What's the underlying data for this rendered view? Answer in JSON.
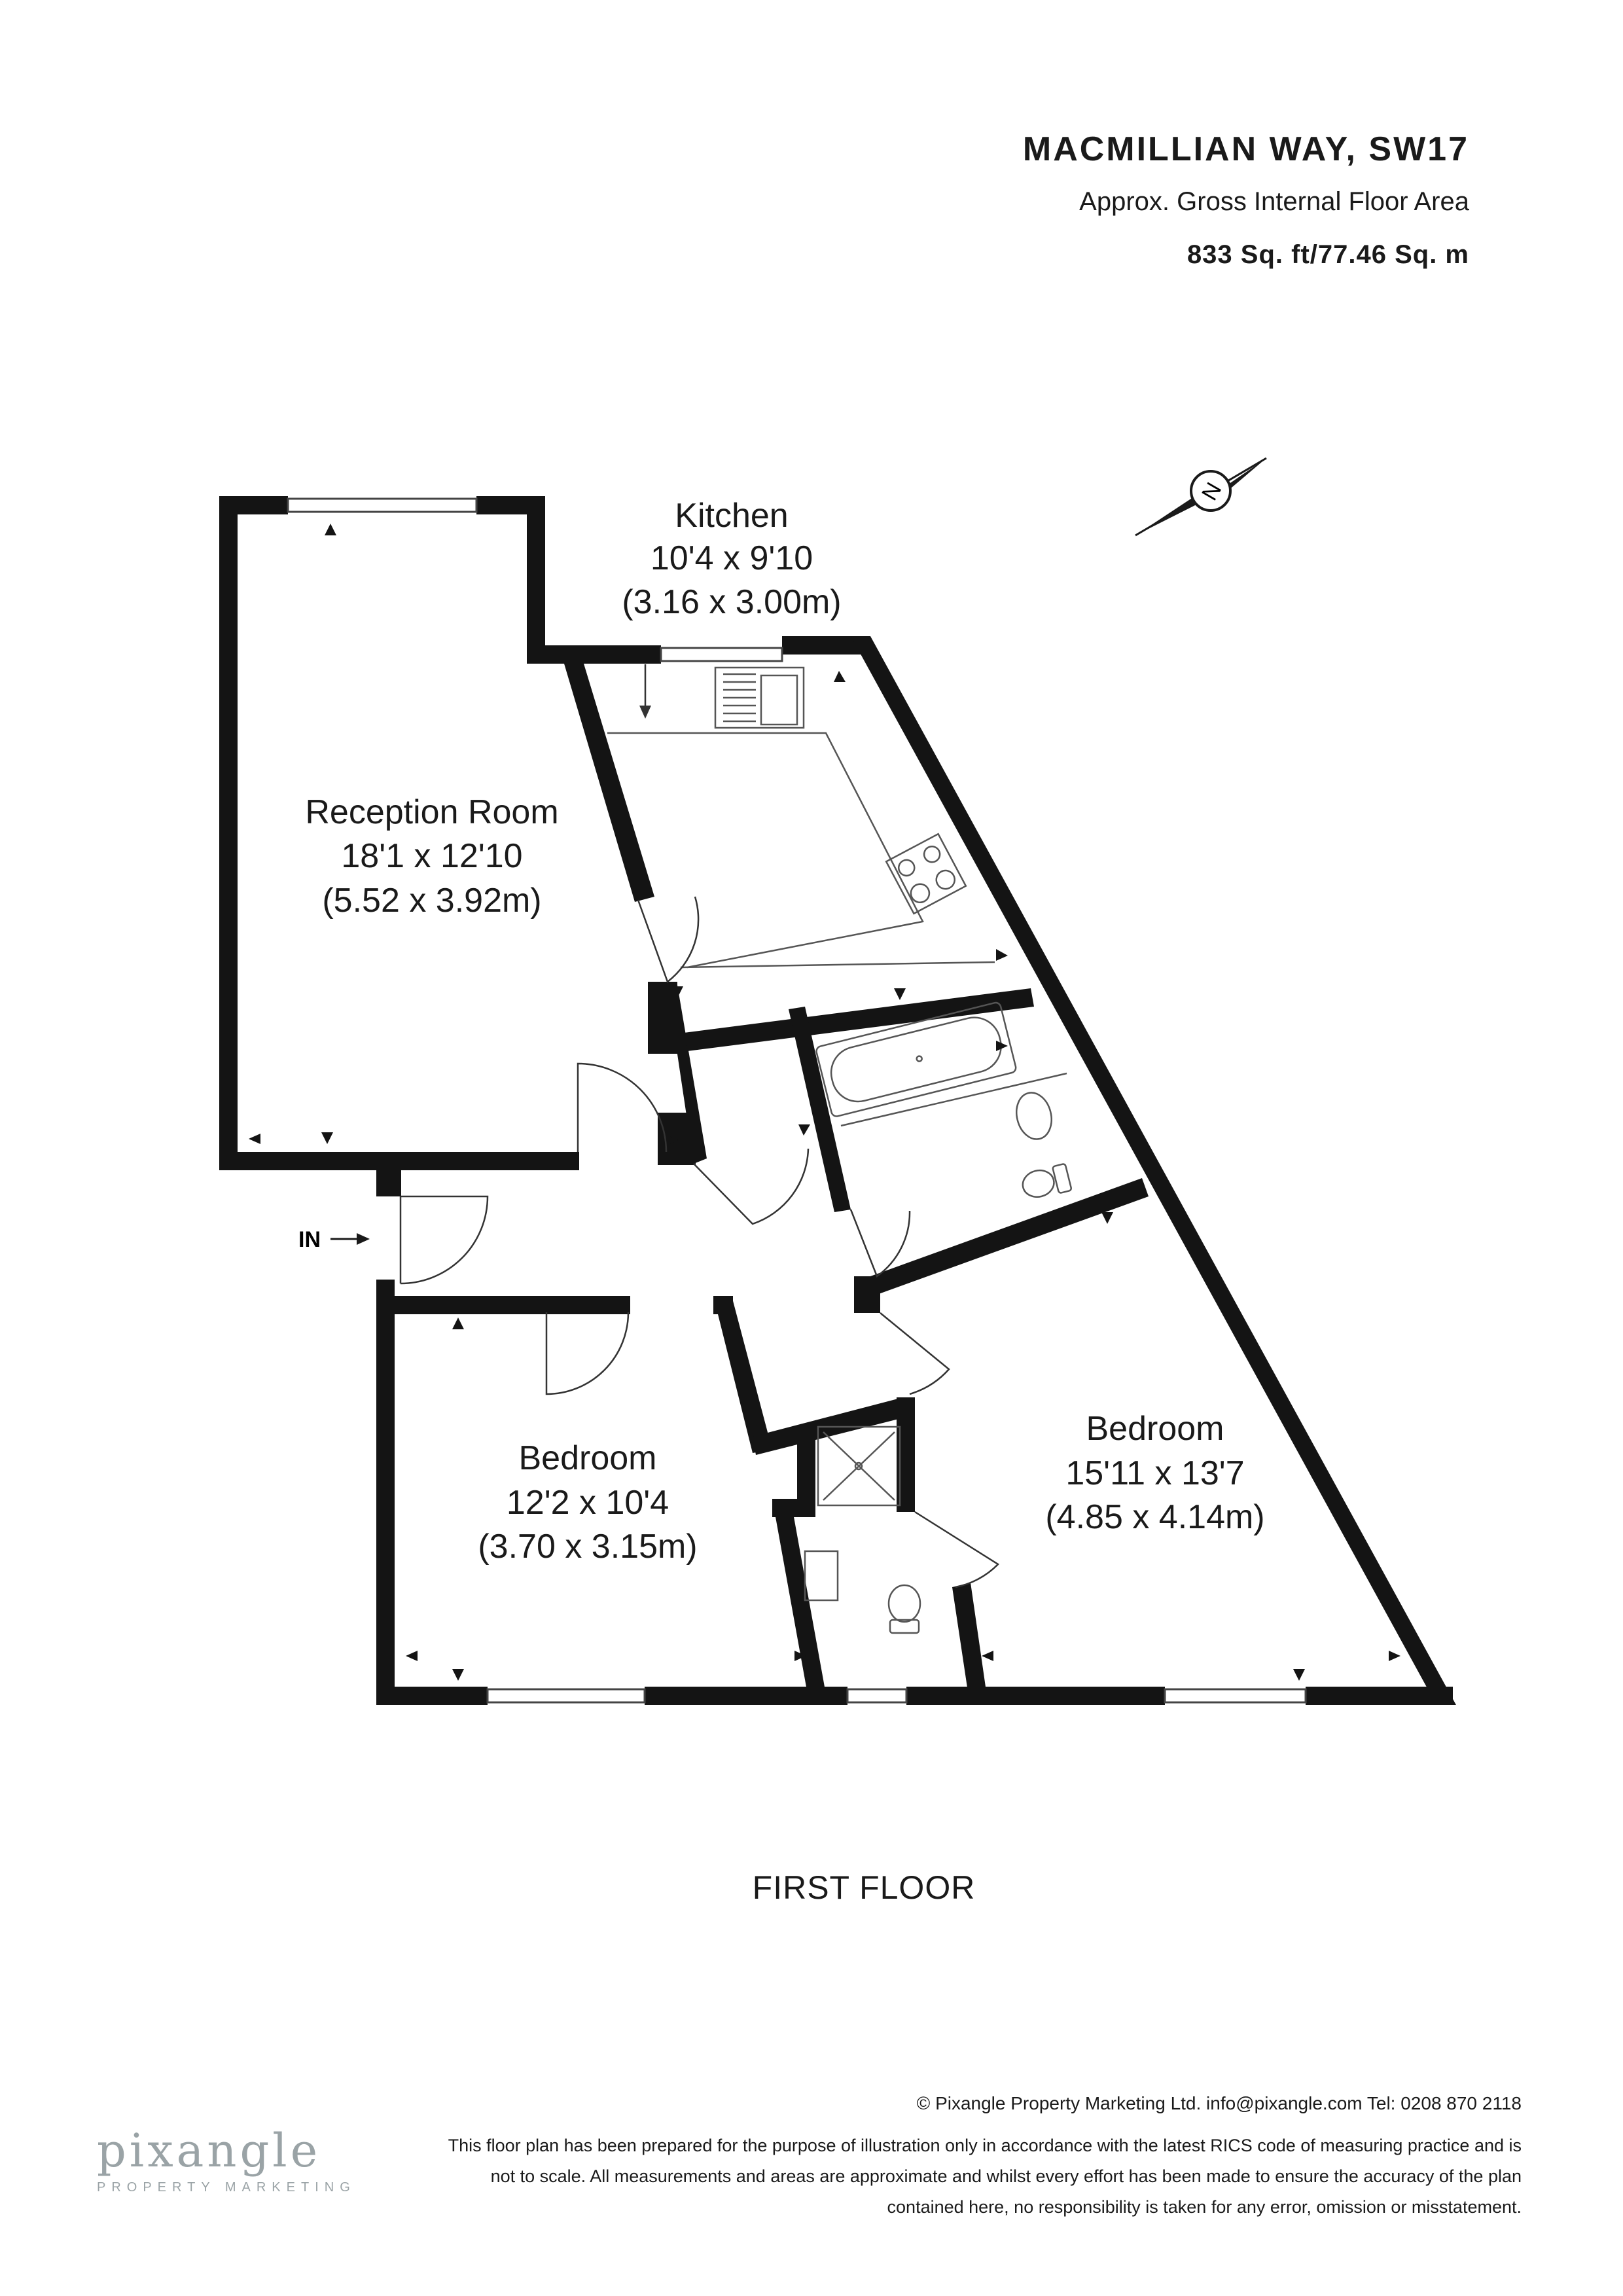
{
  "header": {
    "title": "MACMILLIAN WAY, SW17",
    "subtitle": "Approx. Gross Internal Floor Area",
    "area": "833 Sq. ft/77.46 Sq. m"
  },
  "compass": {
    "letter": "N"
  },
  "rooms": {
    "kitchen": {
      "name": "Kitchen",
      "imperial": "10'4 x 9'10",
      "metric": "(3.16 x 3.00m)"
    },
    "reception": {
      "name": "Reception Room",
      "imperial": "18'1 x 12'10",
      "metric": "(5.52 x 3.92m)"
    },
    "bedroom1": {
      "name": "Bedroom",
      "imperial": "12'2 x 10'4",
      "metric": "(3.70 x 3.15m)"
    },
    "bedroom2": {
      "name": "Bedroom",
      "imperial": "15'11 x 13'7",
      "metric": "(4.85 x 4.14m)"
    }
  },
  "entrance_label": "IN",
  "floor_label": "FIRST FLOOR",
  "footer": {
    "copyright": "© Pixangle Property Marketing Ltd. info@pixangle.com Tel: 0208 870 2118",
    "disclaimer_lines": [
      "This floor plan has been prepared for the purpose of illustration only in accordance with the latest RICS code of measuring practice and is",
      "not to scale. All measurements and areas are approximate and whilst every effort has been made to ensure the accuracy of the plan",
      "contained here, no responsibility is taken for any error, omission or misstatement."
    ]
  },
  "logo": {
    "wordmark": "pixangle",
    "tagline": "PROPERTY MARKETING"
  },
  "colors": {
    "wall": "#141414",
    "fixture_line": "#555555",
    "logo": "#9aa3a6"
  }
}
